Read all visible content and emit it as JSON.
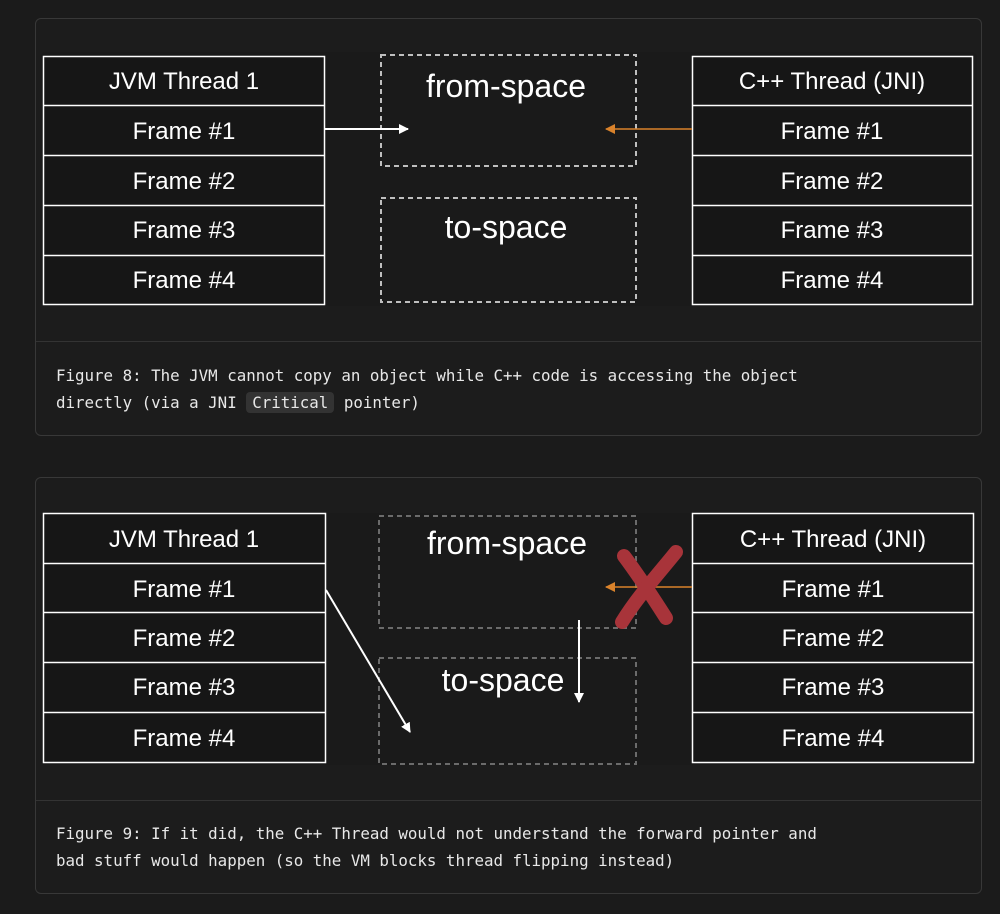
{
  "figures": [
    {
      "caption_pre": "Figure 8: The JVM cannot copy an object while C++ code is accessing the object\ndirectly (via a JNI ",
      "caption_code": "Critical",
      "caption_post": " pointer)",
      "left_thread": {
        "title": "JVM Thread 1",
        "frames": [
          "Frame #1",
          "Frame #2",
          "Frame #3",
          "Frame #4"
        ]
      },
      "right_thread": {
        "title": "C++ Thread (JNI)",
        "frames": [
          "Frame #1",
          "Frame #2",
          "Frame #3",
          "Frame #4"
        ]
      },
      "from_space": "from-space",
      "to_space": "to-space"
    },
    {
      "caption_pre": "Figure 9: If it did, the C++ Thread would not understand the forward pointer and\nbad stuff would happen (so the VM blocks thread flipping instead)",
      "left_thread": {
        "title": "JVM Thread 1",
        "frames": [
          "Frame #1",
          "Frame #2",
          "Frame #3",
          "Frame #4"
        ]
      },
      "right_thread": {
        "title": "C++ Thread (JNI)",
        "frames": [
          "Frame #1",
          "Frame #2",
          "Frame #3",
          "Frame #4"
        ]
      },
      "from_space": "from-space",
      "to_space": "to-space"
    }
  ],
  "colors": {
    "background": "#1b1b1b",
    "jni_pointer": "#d9822b",
    "cross_mark": "#a8343a",
    "dashed_box": "#bfbfbf",
    "dashed_box_dim": "#6b6b6b"
  }
}
